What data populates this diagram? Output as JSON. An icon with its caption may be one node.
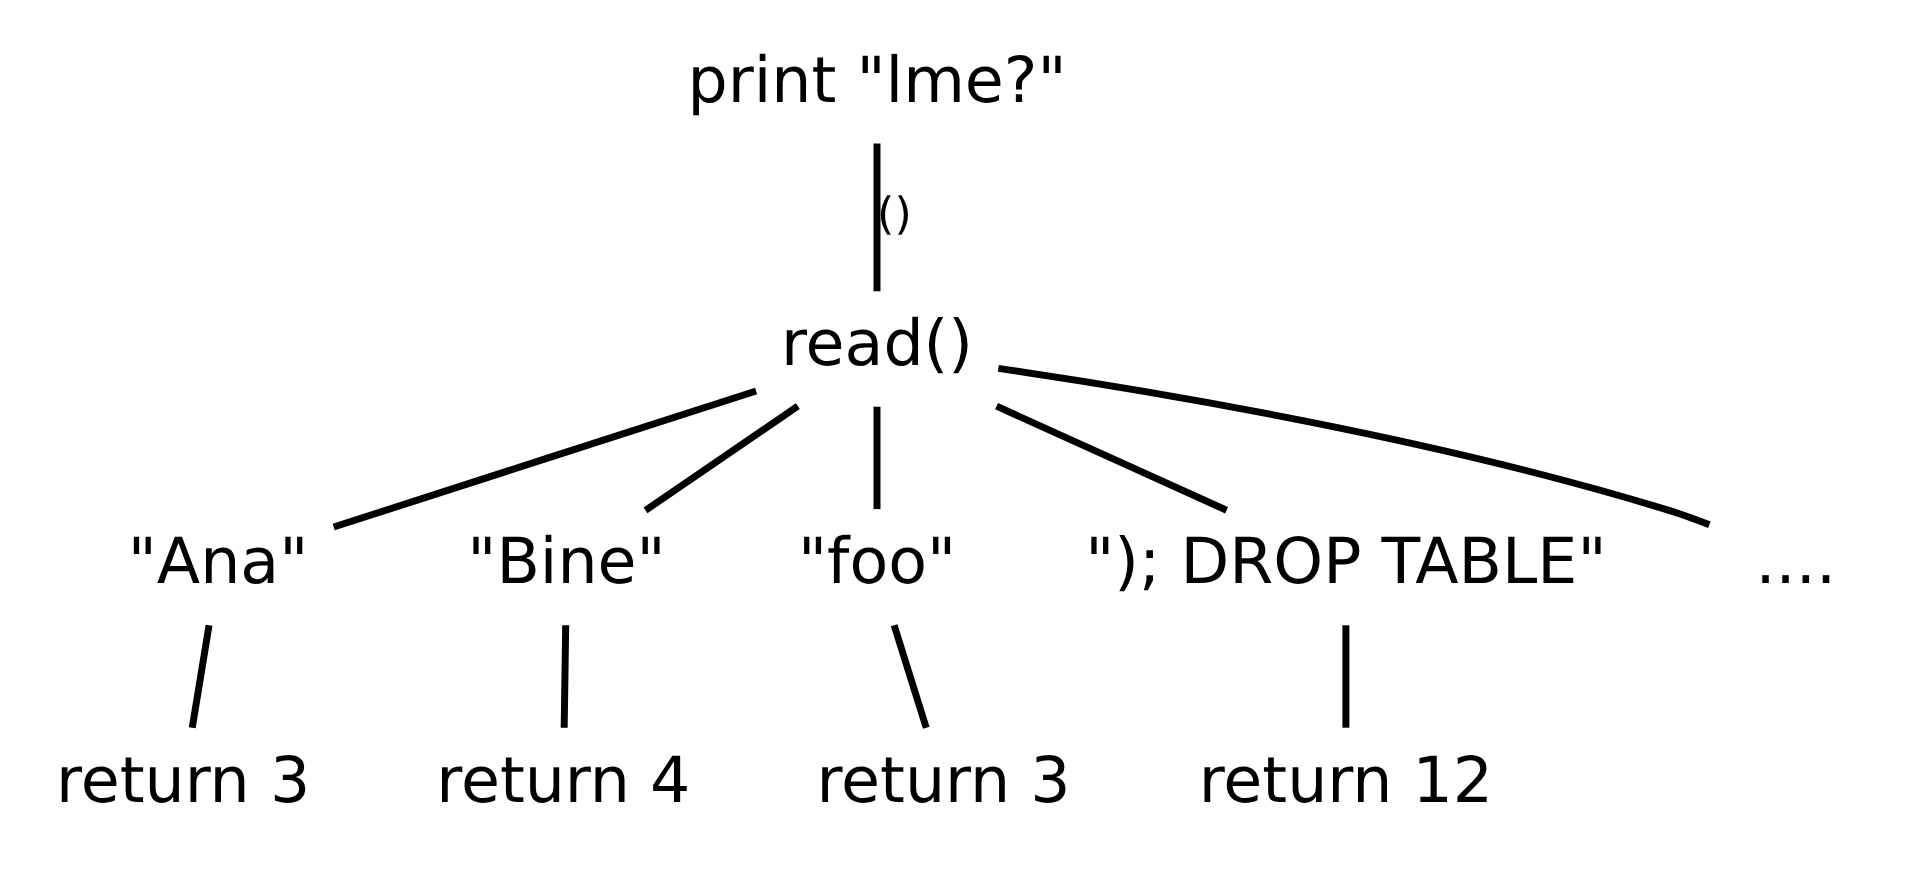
{
  "diagram": {
    "nodes": [
      {
        "text": [
          "print \"lme?\""
        ]
      },
      {
        "text": [
          "read()"
        ]
      },
      {
        "text": [
          "\"Ana\""
        ]
      },
      {
        "text": [
          "\"Bine\""
        ]
      },
      {
        "text": [
          "\"foo\""
        ]
      },
      {
        "text": [
          "\"); DROP TABLE\""
        ]
      },
      {
        "text": [
          "...."
        ]
      },
      {
        "text": [
          "return 3"
        ]
      },
      {
        "text": [
          "return 4"
        ]
      },
      {
        "text": [
          "return 3"
        ]
      },
      {
        "text": [
          "return 12"
        ]
      }
    ],
    "edges": [
      {
        "from": 0,
        "to": 1,
        "arrow": "none",
        "label": "()"
      },
      {
        "from": 1,
        "to": 2,
        "arrow": "none"
      },
      {
        "from": 1,
        "to": 3,
        "arrow": "none"
      },
      {
        "from": 1,
        "to": 4,
        "arrow": "none"
      },
      {
        "from": 1,
        "to": 5,
        "arrow": "none"
      },
      {
        "from": 1,
        "to": 6,
        "arrow": "none"
      },
      {
        "from": 2,
        "to": 7,
        "arrow": "none"
      },
      {
        "from": 3,
        "to": 8,
        "arrow": "none"
      },
      {
        "from": 4,
        "to": 9,
        "arrow": "none"
      },
      {
        "from": 5,
        "to": 10,
        "arrow": "none"
      }
    ]
  }
}
